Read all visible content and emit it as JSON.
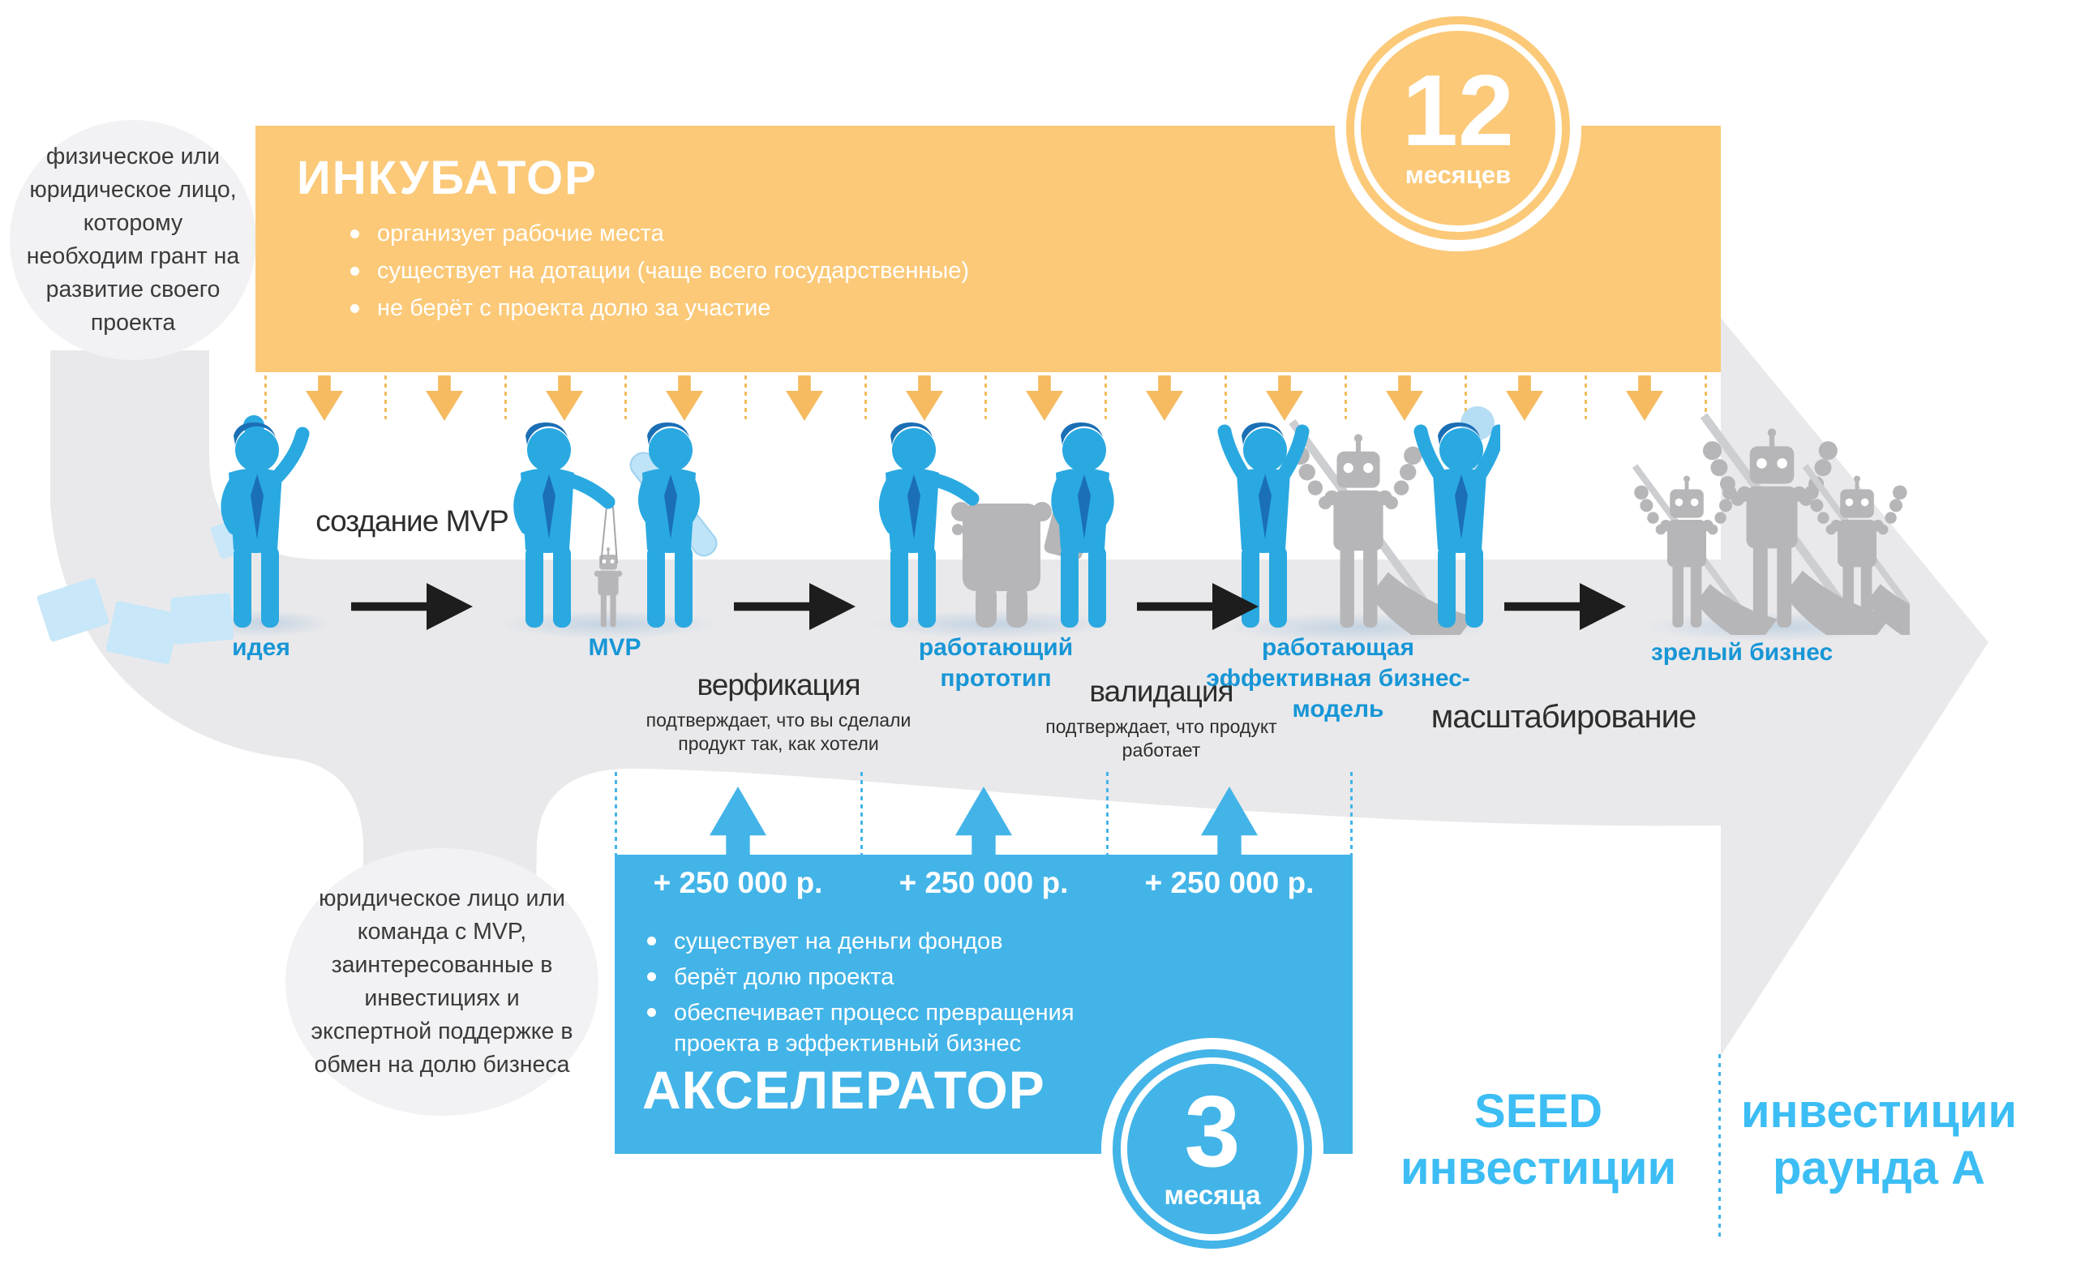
{
  "incubator": {
    "title": "ИНКУБАТОР",
    "bullets": [
      "организует рабочие места",
      "существует на дотации (чаще всего государственные)",
      "не берёт с проекта долю за участие"
    ],
    "duration_value": "12",
    "duration_unit": "месяцев",
    "arrow_count": 12
  },
  "accelerator": {
    "title": "АКСЕЛЕРАТОР",
    "grants": [
      "+ 250 000 р.",
      "+ 250 000 р.",
      "+ 250 000 р."
    ],
    "bullets": [
      "существует на деньги фондов",
      "берёт долю проекта",
      "обеспечивает процесс превращения проекта в эффективный бизнес"
    ],
    "duration_value": "3",
    "duration_unit": "месяца"
  },
  "personas": {
    "grant_seeker": "физическое или юридическое лицо, которому необходим грант на развитие своего проекта",
    "investment_seeker": "юридическое лицо или команда с MVP, заинтересованные в инвестициях и экспертной поддержке в обмен на долю бизнеса"
  },
  "stages": [
    {
      "label": "идея"
    },
    {
      "label": "MVP"
    },
    {
      "label": "работающий прототип"
    },
    {
      "label": "работающая эффективная бизнес-модель"
    },
    {
      "label": "зрелый бизнес"
    }
  ],
  "transitions": [
    {
      "label": "создание MVP",
      "note": ""
    },
    {
      "label": "верфикация",
      "note": "подтверждает, что вы сделали продукт так, как хотели"
    },
    {
      "label": "валидация",
      "note": "подтверждает, что продукт работает"
    },
    {
      "label": "масштабирование",
      "note": ""
    }
  ],
  "funding": {
    "seed_line1": "SEED",
    "seed_line2": "инвестиции",
    "round_a_line1": "инвестиции",
    "round_a_line2": "раунда А"
  },
  "figures": {
    "idea_person": "person-raising-hand-icon",
    "lightbulb": "lightbulb-icon",
    "mvp_team": "two-people-with-marionette-robot-icon",
    "prototype_team": "two-people-assembling-robot-icon",
    "business_model_team": "people-cheering-with-robot-icon",
    "mature_business": "three-robots-icon",
    "balloon": "balloon-icon"
  },
  "colors": {
    "orange": "#fbc978",
    "orange_arrow": "#f6bb60",
    "blue": "#43b4e8",
    "stage_blue": "#1796d6",
    "seed_blue": "#3cbdf4",
    "band_gray": "#e9e9eb",
    "circle_gray": "#f2f2f4",
    "dark": "#2d2d2d"
  }
}
